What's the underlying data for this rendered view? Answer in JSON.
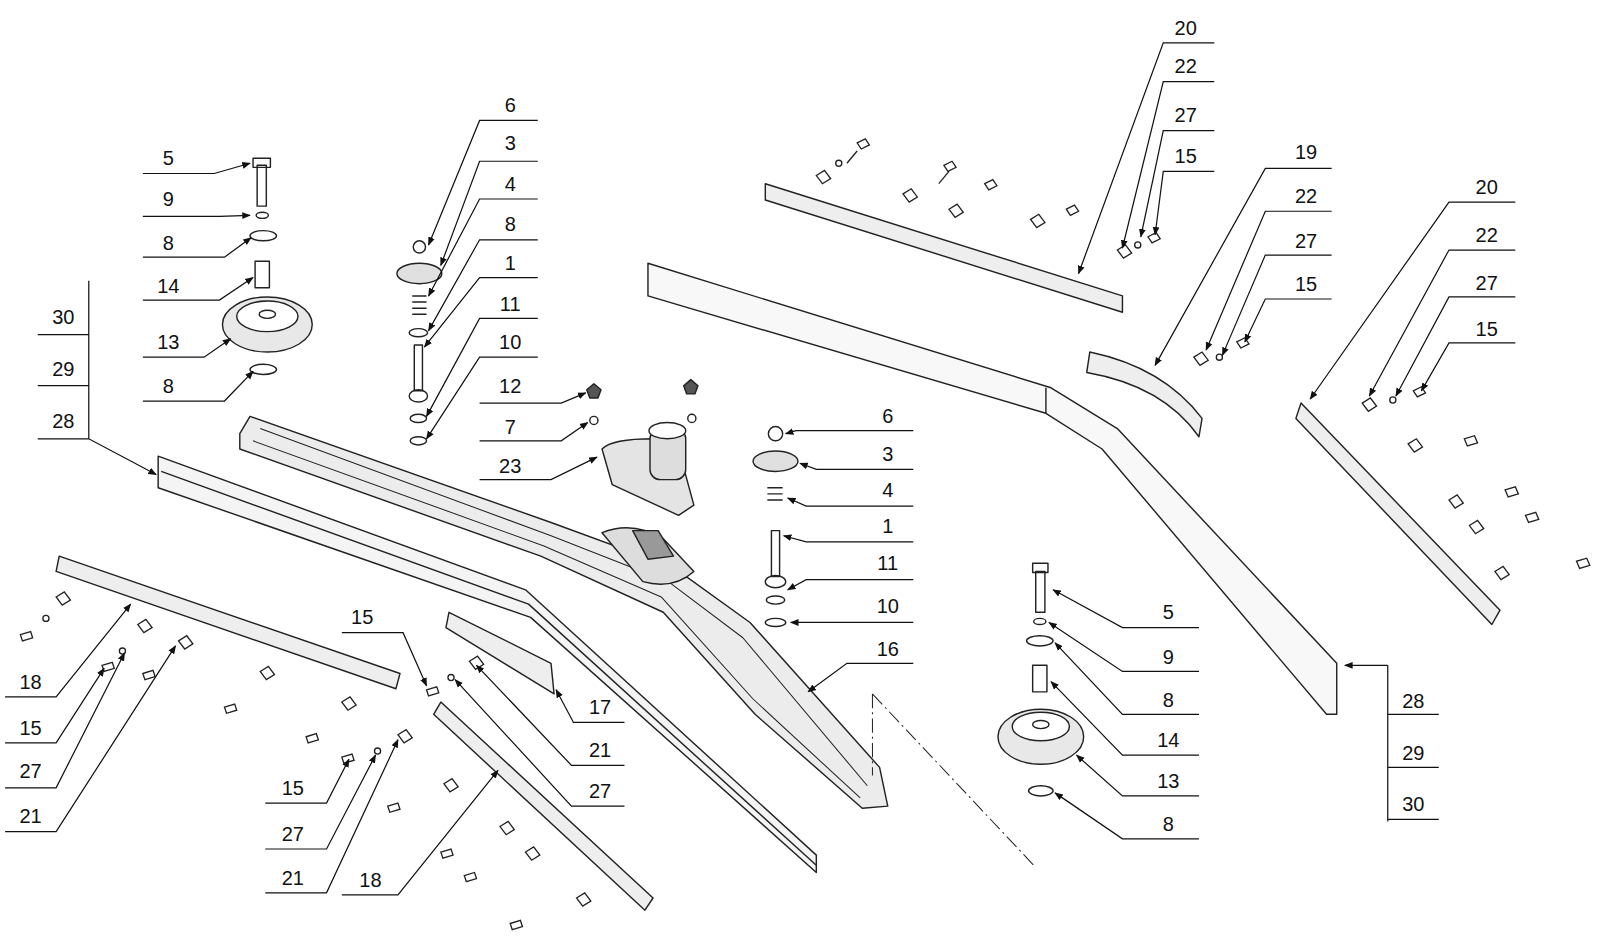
{
  "diagram": {
    "labels": [
      "5",
      "9",
      "8",
      "14",
      "13",
      "8",
      "30",
      "29",
      "28",
      "6",
      "3",
      "4",
      "8",
      "1",
      "11",
      "10",
      "12",
      "7",
      "23",
      "20",
      "22",
      "27",
      "15",
      "19",
      "22",
      "27",
      "15",
      "20",
      "22",
      "27",
      "15",
      "6",
      "3",
      "4",
      "1",
      "11",
      "10",
      "16",
      "5",
      "9",
      "8",
      "14",
      "13",
      "8",
      "28",
      "29",
      "30",
      "18",
      "15",
      "27",
      "21",
      "15",
      "17",
      "21",
      "27",
      "15",
      "27",
      "21",
      "18"
    ]
  }
}
